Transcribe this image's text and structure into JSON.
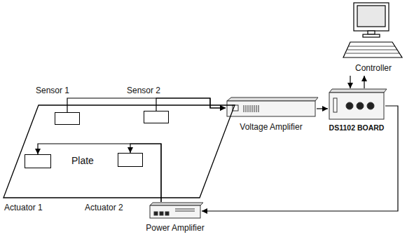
{
  "diagram": {
    "nodes": [
      {
        "text": [
          "Controller"
        ]
      },
      {
        "text": [
          "Plate"
        ]
      },
      {
        "text": [
          "Sensor 1"
        ],
        "in": 1
      },
      {
        "text": [
          "Sensor 2"
        ],
        "in": 1
      },
      {
        "text": [
          "Actuator 1"
        ],
        "in": 1
      },
      {
        "text": [
          "Actuator 2"
        ],
        "in": 1
      },
      {
        "text": [
          "Voltage Amplifier"
        ]
      },
      {
        "text": [
          "DS1102 BOARD"
        ]
      },
      {
        "text": [
          "Power Amplifier"
        ]
      }
    ],
    "edges": [
      {
        "from": 2,
        "to": 6,
        "arrow": "to"
      },
      {
        "from": 3,
        "to": 6,
        "arrow": "to"
      },
      {
        "from": 6,
        "to": 7,
        "arrow": "to"
      },
      {
        "from": 0,
        "to": 7,
        "arrow": "to"
      },
      {
        "from": 7,
        "to": 0,
        "arrow": "to"
      },
      {
        "from": 7,
        "to": 8,
        "arrow": "to"
      },
      {
        "from": 8,
        "to": 4,
        "arrow": "to"
      },
      {
        "from": 8,
        "to": 5,
        "arrow": "to"
      }
    ]
  }
}
